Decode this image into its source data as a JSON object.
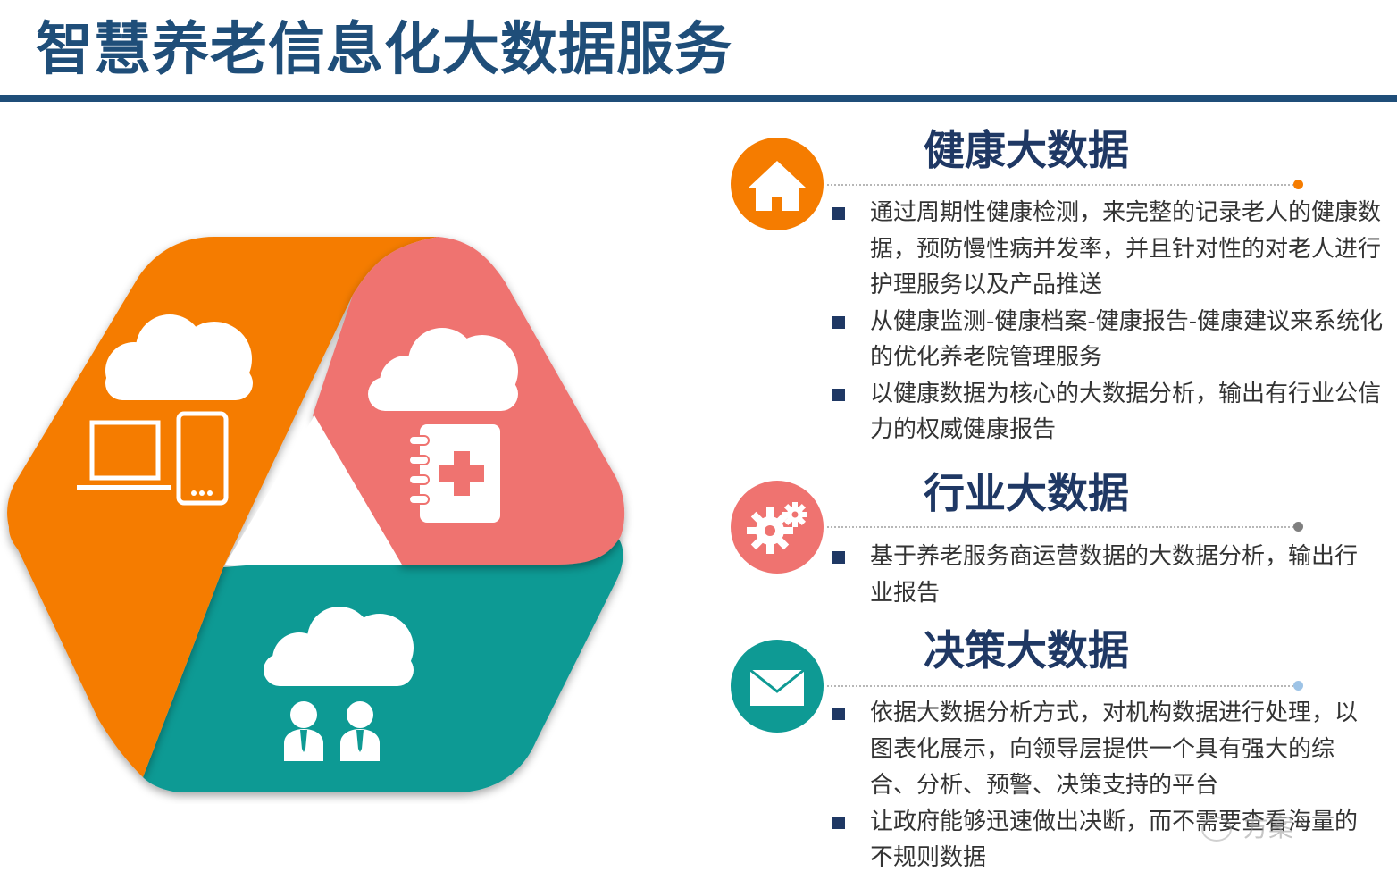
{
  "page": {
    "title": "智慧养老信息化大数据服务",
    "accent_color": "#1F4E79"
  },
  "hexagon": {
    "segments": [
      {
        "name": "devices",
        "color": "#F57C00",
        "icons": [
          "cloud-icon",
          "laptop-icon",
          "phone-icon"
        ]
      },
      {
        "name": "medical",
        "color": "#EF7370",
        "icons": [
          "cloud-icon",
          "medical-notebook-icon"
        ]
      },
      {
        "name": "people",
        "color": "#0E9A94",
        "icons": [
          "cloud-icon",
          "users-icon"
        ]
      }
    ]
  },
  "sections": [
    {
      "id": "health",
      "title": "健康大数据",
      "icon": "home-icon",
      "color": "#F57C00",
      "dot_color": "#F57C00",
      "bullets": [
        "通过周期性健康检测，来完整的记录老人的健康数据，预防慢性病并发率，并且针对性的对老人进行护理服务以及产品推送",
        "从健康监测-健康档案-健康报告-健康建议来系统化的优化养老院管理服务",
        "以健康数据为核心的大数据分析，输出有行业公信力的权威健康报告"
      ]
    },
    {
      "id": "industry",
      "title": "行业大数据",
      "icon": "gears-icon",
      "color": "#EF7370",
      "dot_color": "#7F7F7F",
      "bullets": [
        "基于养老服务商运营数据的大数据分析，输出行业报告"
      ]
    },
    {
      "id": "decision",
      "title": "决策大数据",
      "icon": "envelope-icon",
      "color": "#0E9A94",
      "dot_color": "#9DC3E6",
      "bullets": [
        "依据大数据分析方式，对机构数据进行处理，以图表化展示，向领导层提供一个具有强大的综合、分析、预警、决策支持的平台",
        "让政府能够迅速做出决断，而不需要查看海量的不规则数据"
      ]
    }
  ],
  "watermark": {
    "text": "方案"
  }
}
